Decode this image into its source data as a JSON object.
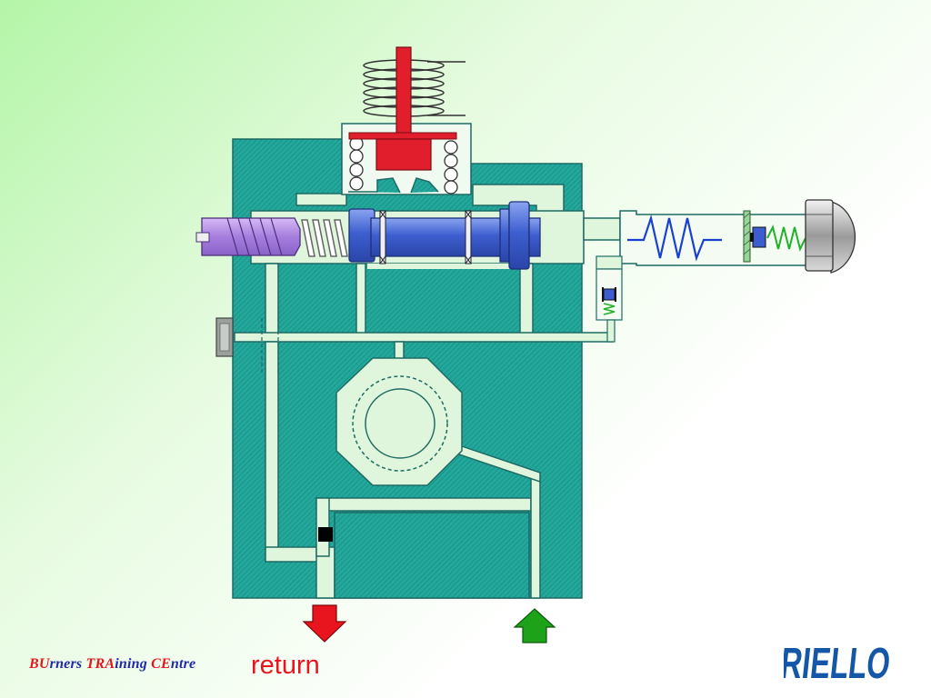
{
  "footer": {
    "parts": [
      {
        "text": "BU",
        "color": "red"
      },
      {
        "text": "rners ",
        "color": "blue"
      },
      {
        "text": "TRA",
        "color": "red"
      },
      {
        "text": "ining ",
        "color": "blue"
      },
      {
        "text": "CE",
        "color": "red"
      },
      {
        "text": "ntre",
        "color": "blue"
      }
    ]
  },
  "caption": "return",
  "brand": {
    "name": "RIELLO",
    "color": "#1457a8"
  },
  "colors": {
    "body": "#23a89c",
    "channel": "#dff5dc",
    "valve_head": "#e01e2c",
    "spool": "#4d6fd6",
    "adjust_screw": "#b48ae6",
    "return_arrow": "#e8141e",
    "supply_arrow": "#1da21a",
    "solenoid_spring": "#1a40d0",
    "small_spring": "#22b02a"
  },
  "arrows": [
    {
      "name": "return-arrow",
      "direction": "down"
    },
    {
      "name": "supply-arrow",
      "direction": "up"
    }
  ]
}
